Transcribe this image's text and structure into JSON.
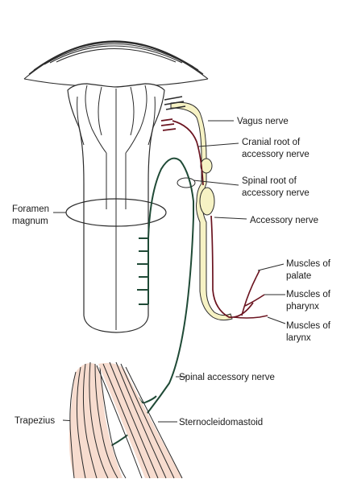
{
  "labels": {
    "vagus_nerve": "Vagus nerve",
    "cranial_root_1": "Cranial root of",
    "cranial_root_2": "accessory nerve",
    "spinal_root_1": "Spinal root of",
    "spinal_root_2": "accessory nerve",
    "accessory_nerve": "Accessory nerve",
    "foramen_1": "Foramen",
    "foramen_2": "magnum",
    "palate_1": "Muscles of",
    "palate_2": "palate",
    "pharynx_1": "Muscles of",
    "pharynx_2": "pharynx",
    "larynx_1": "Muscles of",
    "larynx_2": "larynx",
    "spinal_accessory": "Spinal accessory nerve",
    "trapezius": "Trapezius",
    "sternocleidomastoid": "Sternocleidomastoid"
  },
  "colors": {
    "outline": "#2b2b2b",
    "vagus_fill": "#f6f2c4",
    "cranial_root": "#6b1420",
    "spinal_root": "#1f4a36",
    "muscle_fill": "#f7dccf"
  }
}
